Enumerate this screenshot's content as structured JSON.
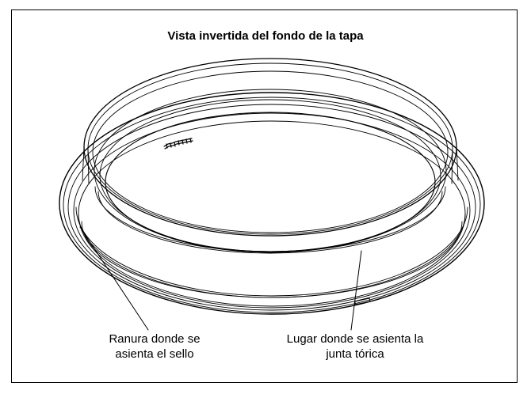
{
  "diagram": {
    "title": "Vista invertida del fondo de la tapa",
    "labels": {
      "seal_groove": {
        "line1": "Ranura donde se",
        "line2": "asienta el sello"
      },
      "oring_seat": {
        "line1": "Lugar donde se asienta la",
        "line2": "junta tórica"
      }
    }
  }
}
